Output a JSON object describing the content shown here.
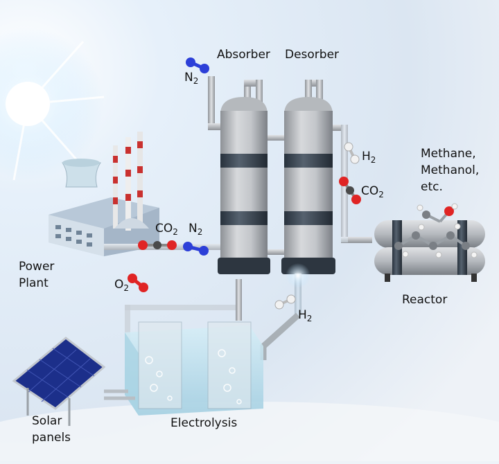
{
  "labels": {
    "absorber": "Absorber",
    "desorber": "Desorber",
    "reactor": "Reactor",
    "electrolysis": "Electrolysis",
    "power_plant": [
      "Power",
      "Plant"
    ],
    "solar_panels": [
      "Solar",
      "panels"
    ],
    "products": [
      "Methane,",
      "Methanol,",
      "etc."
    ]
  },
  "molecules": {
    "n2_top": {
      "base": "N",
      "sub": "2"
    },
    "n2_plant": {
      "base": "N",
      "sub": "2"
    },
    "co2_plant": {
      "base": "CO",
      "sub": "2"
    },
    "co2_reactor": {
      "base": "CO",
      "sub": "2"
    },
    "h2_reactor": {
      "base": "H",
      "sub": "2"
    },
    "h2_electrolysis": {
      "base": "H",
      "sub": "2"
    },
    "o2": {
      "base": "O",
      "sub": "2"
    }
  },
  "colors": {
    "nitrogen": "#2c3fd8",
    "oxygen": "#e02424",
    "carbon": "#4a4a4a",
    "hydrogen": "#f2f2f2",
    "tank_body": "#b9bcc0",
    "tank_band": "#3e4a57",
    "sky": "#dde9f5",
    "water": "#bfe0ee",
    "solar_cell": "#1c2f8a"
  }
}
